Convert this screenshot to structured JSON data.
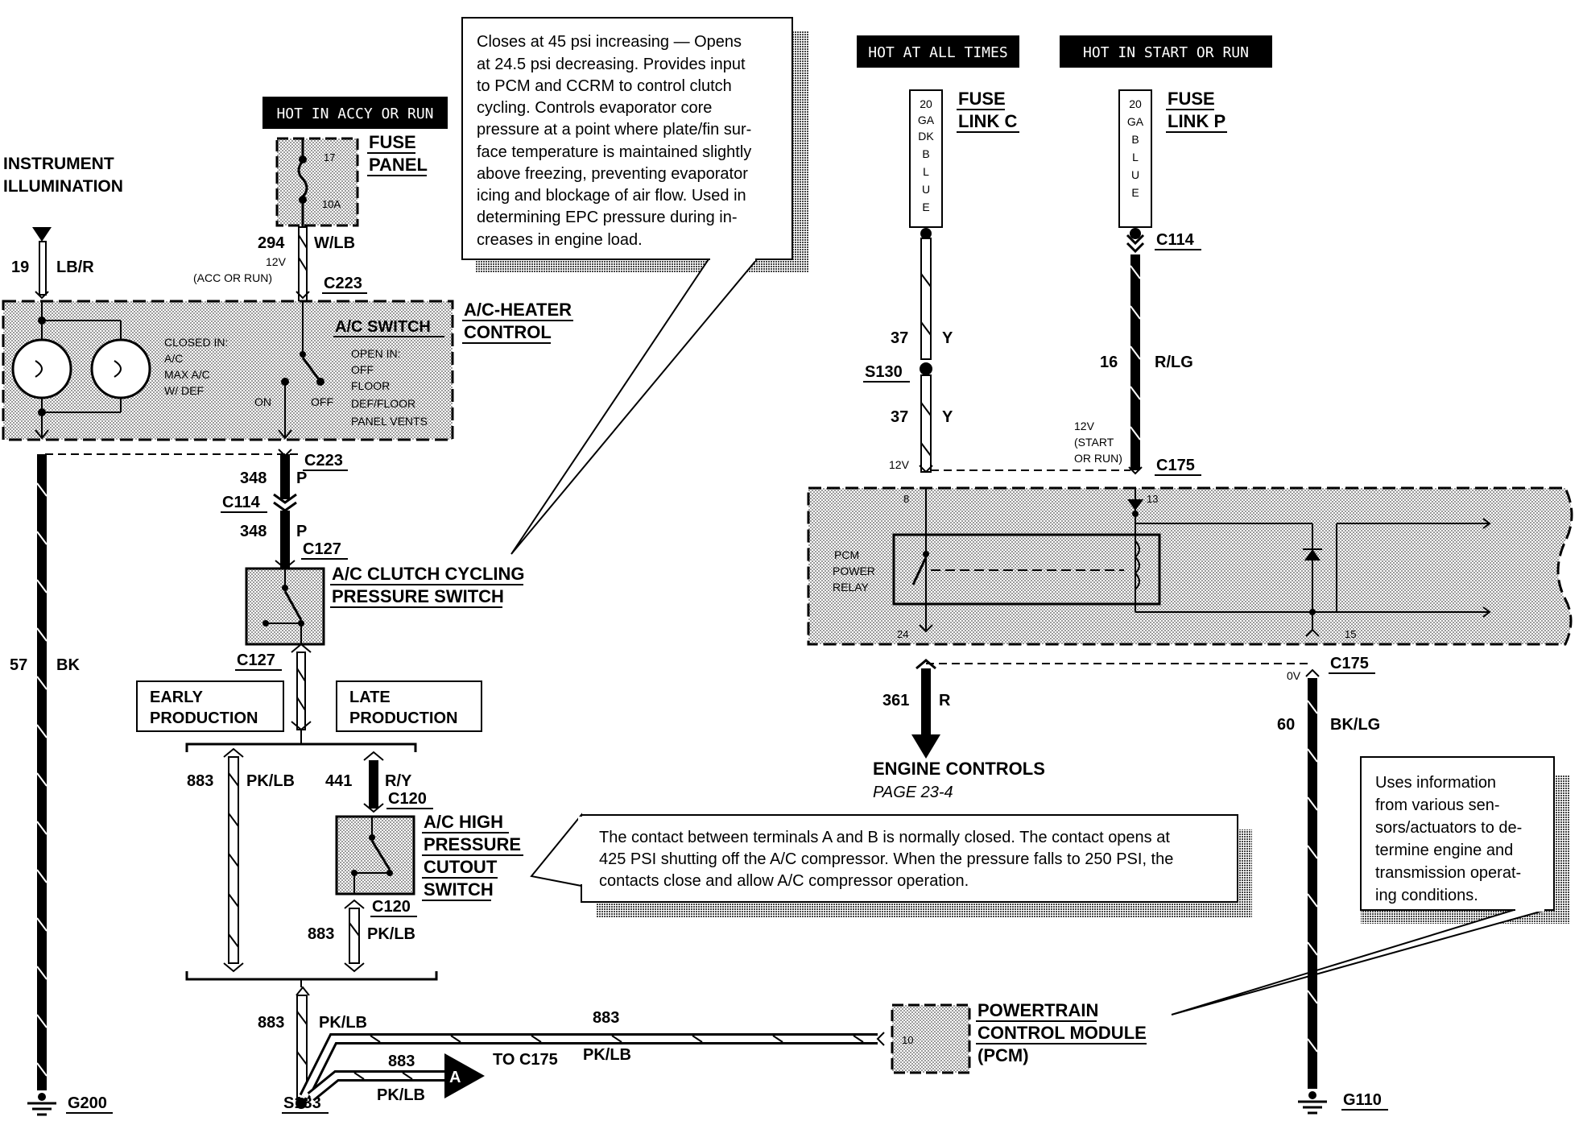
{
  "labels": {
    "instrument_illumination_1": "INSTRUMENT",
    "instrument_illumination_2": "ILLUMINATION",
    "hot_accy_run": "HOT IN ACCY OR RUN",
    "hot_all_times": "HOT AT ALL TIMES",
    "hot_start_run": "HOT IN  START OR RUN",
    "fuse_panel_1": "FUSE",
    "fuse_panel_2": "PANEL",
    "fuse_17": "17",
    "fuse_10a": "10A",
    "fuse_link_c_1": "FUSE",
    "fuse_link_c_2": "LINK C",
    "fuse_link_p_1": "FUSE",
    "fuse_link_p_2": "LINK P",
    "ac_heater_1": "A/C-HEATER",
    "ac_heater_2": "CONTROL",
    "ac_switch": "A/C SWITCH",
    "closed_in": [
      "CLOSED IN:",
      "A/C",
      "MAX A/C",
      "W/ DEF"
    ],
    "open_in": [
      "OPEN IN:",
      "OFF",
      "FLOOR",
      "DEF/FLOOR",
      "PANEL VENTS"
    ],
    "sw_on": "ON",
    "sw_off": "OFF",
    "v12_acc_1": "12V",
    "v12_acc_2": "(ACC  OR RUN)",
    "v12_left": "12V",
    "v12_start_1": "12V",
    "v12_start_2": "(START",
    "v12_start_3": "OR RUN)",
    "v0": "0V",
    "clutch_1": "A/C CLUTCH CYCLING",
    "clutch_2": "PRESSURE SWITCH",
    "early_1": "EARLY",
    "early_2": "PRODUCTION",
    "late_1": "LATE",
    "late_2": "PRODUCTION",
    "highp_1": "A/C HIGH",
    "highp_2": "PRESSURE",
    "highp_3": "CUTOUT",
    "highp_4": "SWITCH",
    "pcm_relay": [
      "PCM",
      "POWER",
      "RELAY"
    ],
    "term_8": "8",
    "term_13": "13",
    "term_24": "24",
    "term_15": "15",
    "term_10": "10",
    "engine_controls": "ENGINE CONTROLS",
    "page_ref": "PAGE 23-4",
    "pcm_1": "POWERTRAIN",
    "pcm_2": "CONTROL MODULE",
    "pcm_3": "(PCM)",
    "to_c175": "TO C175",
    "arrow_a": "A",
    "gauge_c": [
      "20",
      "GA",
      "DK",
      "B",
      "L",
      "U",
      "E"
    ],
    "gauge_p": [
      "20",
      "GA",
      "B",
      "L",
      "U",
      "E"
    ]
  },
  "wires": {
    "w294": "294",
    "w294c": "W/LB",
    "w19": "19",
    "w19c": "LB/R",
    "w37a": "37",
    "w37ac": "Y",
    "w37b": "37",
    "w37bc": "Y",
    "w16": "16",
    "w16c": "R/LG",
    "w348a": "348",
    "w348ac": "P",
    "w348b": "348",
    "w348bc": "P",
    "w57": "57",
    "w57c": "BK",
    "w883a": "883",
    "w883ac": "PK/LB",
    "w441": "441",
    "w441c": "R/Y",
    "w883b": "883",
    "w883bc": "PK/LB",
    "w883c": "883",
    "w883cc": "PK/LB",
    "w883d": "883",
    "w883dc": "PK/LB",
    "w883e": "883",
    "w883ec": "PK/LB",
    "w361": "361",
    "w361c": "R",
    "w60": "60",
    "w60c": "BK/LG"
  },
  "connectors": {
    "c223a": "C223",
    "c223b": "C223",
    "c114a": "C114",
    "c127a": "C127",
    "c127b": "C127",
    "c120a": "C120",
    "c120b": "C120",
    "c114b": "C114",
    "c175a": "C175",
    "c175b": "C175",
    "s130": "S130",
    "s133": "S133",
    "g200": "G200",
    "g110": "G110"
  },
  "notes": {
    "clutch_cycling": [
      "Closes at 45 psi increasing — Opens",
      "at 24.5 psi decreasing.  Provides input",
      "to PCM and CCRM to control clutch",
      "cycling.  Controls evaporator core",
      "pressure at a point where plate/fin sur-",
      "face temperature is maintained slightly",
      "above freezing, preventing evaporator",
      "icing and blockage of air flow. Used in",
      "determining EPC pressure during in-",
      "creases in engine load."
    ],
    "high_pressure": [
      "The contact between terminals A and B is normally closed. The contact opens at",
      "425 PSI shutting off the A/C compressor. When the pressure falls to 250 PSI, the",
      "contacts close and allow A/C compressor operation."
    ],
    "pcm": [
      "Uses information",
      "from various sen-",
      "sors/actuators to de-",
      "termine engine and",
      "transmission operat-",
      "ing conditions."
    ]
  }
}
